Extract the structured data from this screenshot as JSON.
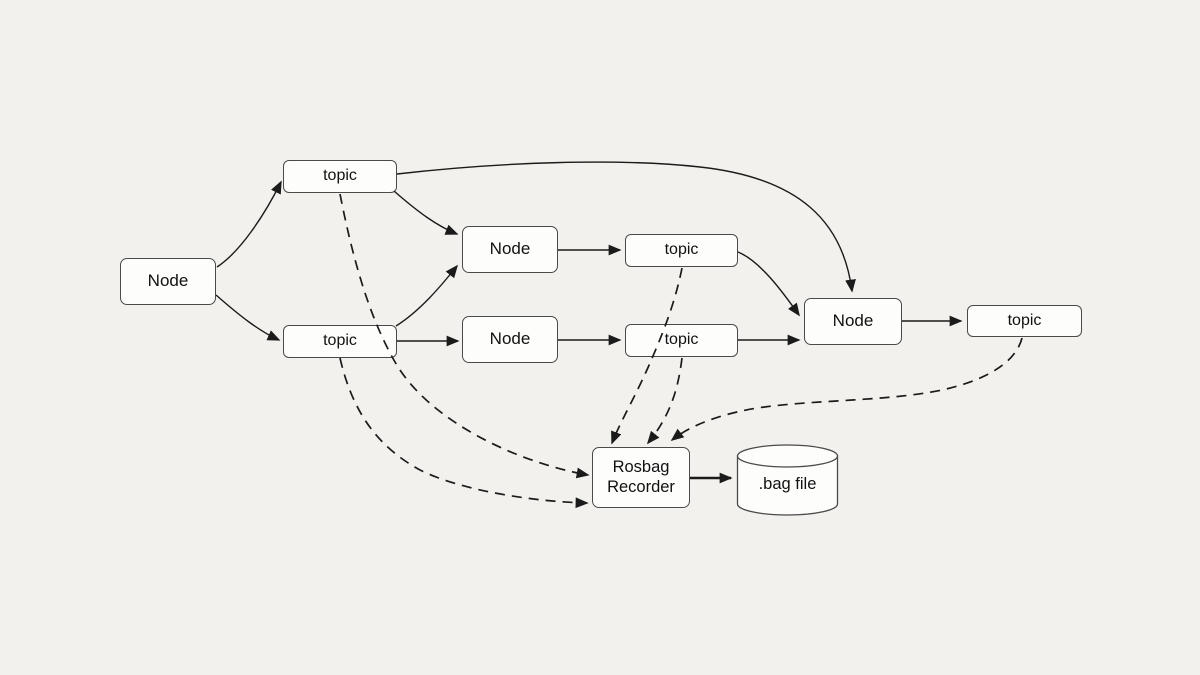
{
  "diagram": {
    "title": "ROS rosbag recording dataflow diagram",
    "background_color": "#f2f1ed",
    "box_fill_color": "#fdfdfc",
    "box_border_color": "#4a4a4a",
    "edge_color": "#1b1b1b",
    "nodes": {
      "node_left": "Node",
      "topic_top": "topic",
      "topic_mid_left": "topic",
      "node_mid_upper": "Node",
      "node_mid_lower": "Node",
      "topic_mid_upper": "topic",
      "topic_mid_lower": "topic",
      "node_right": "Node",
      "topic_right": "topic",
      "rosbag_recorder": "Rosbag Recorder",
      "bag_file": ".bag file"
    },
    "edges": [
      {
        "from": "node_left",
        "to": "topic_top",
        "style": "solid"
      },
      {
        "from": "node_left",
        "to": "topic_mid_left",
        "style": "solid"
      },
      {
        "from": "topic_top",
        "to": "node_mid_upper",
        "style": "solid"
      },
      {
        "from": "topic_top",
        "to": "node_right",
        "style": "solid"
      },
      {
        "from": "topic_mid_left",
        "to": "node_mid_upper",
        "style": "solid"
      },
      {
        "from": "topic_mid_left",
        "to": "node_mid_lower",
        "style": "solid"
      },
      {
        "from": "node_mid_upper",
        "to": "topic_mid_upper",
        "style": "solid"
      },
      {
        "from": "node_mid_lower",
        "to": "topic_mid_lower",
        "style": "solid"
      },
      {
        "from": "topic_mid_upper",
        "to": "node_right",
        "style": "solid"
      },
      {
        "from": "topic_mid_lower",
        "to": "node_right",
        "style": "solid"
      },
      {
        "from": "node_right",
        "to": "topic_right",
        "style": "solid"
      },
      {
        "from": "topic_top",
        "to": "rosbag_recorder",
        "style": "dashed"
      },
      {
        "from": "topic_mid_left",
        "to": "rosbag_recorder",
        "style": "dashed"
      },
      {
        "from": "topic_mid_upper",
        "to": "rosbag_recorder",
        "style": "dashed"
      },
      {
        "from": "topic_mid_lower",
        "to": "rosbag_recorder",
        "style": "dashed"
      },
      {
        "from": "topic_right",
        "to": "rosbag_recorder",
        "style": "dashed"
      },
      {
        "from": "rosbag_recorder",
        "to": "bag_file",
        "style": "solid"
      }
    ]
  }
}
